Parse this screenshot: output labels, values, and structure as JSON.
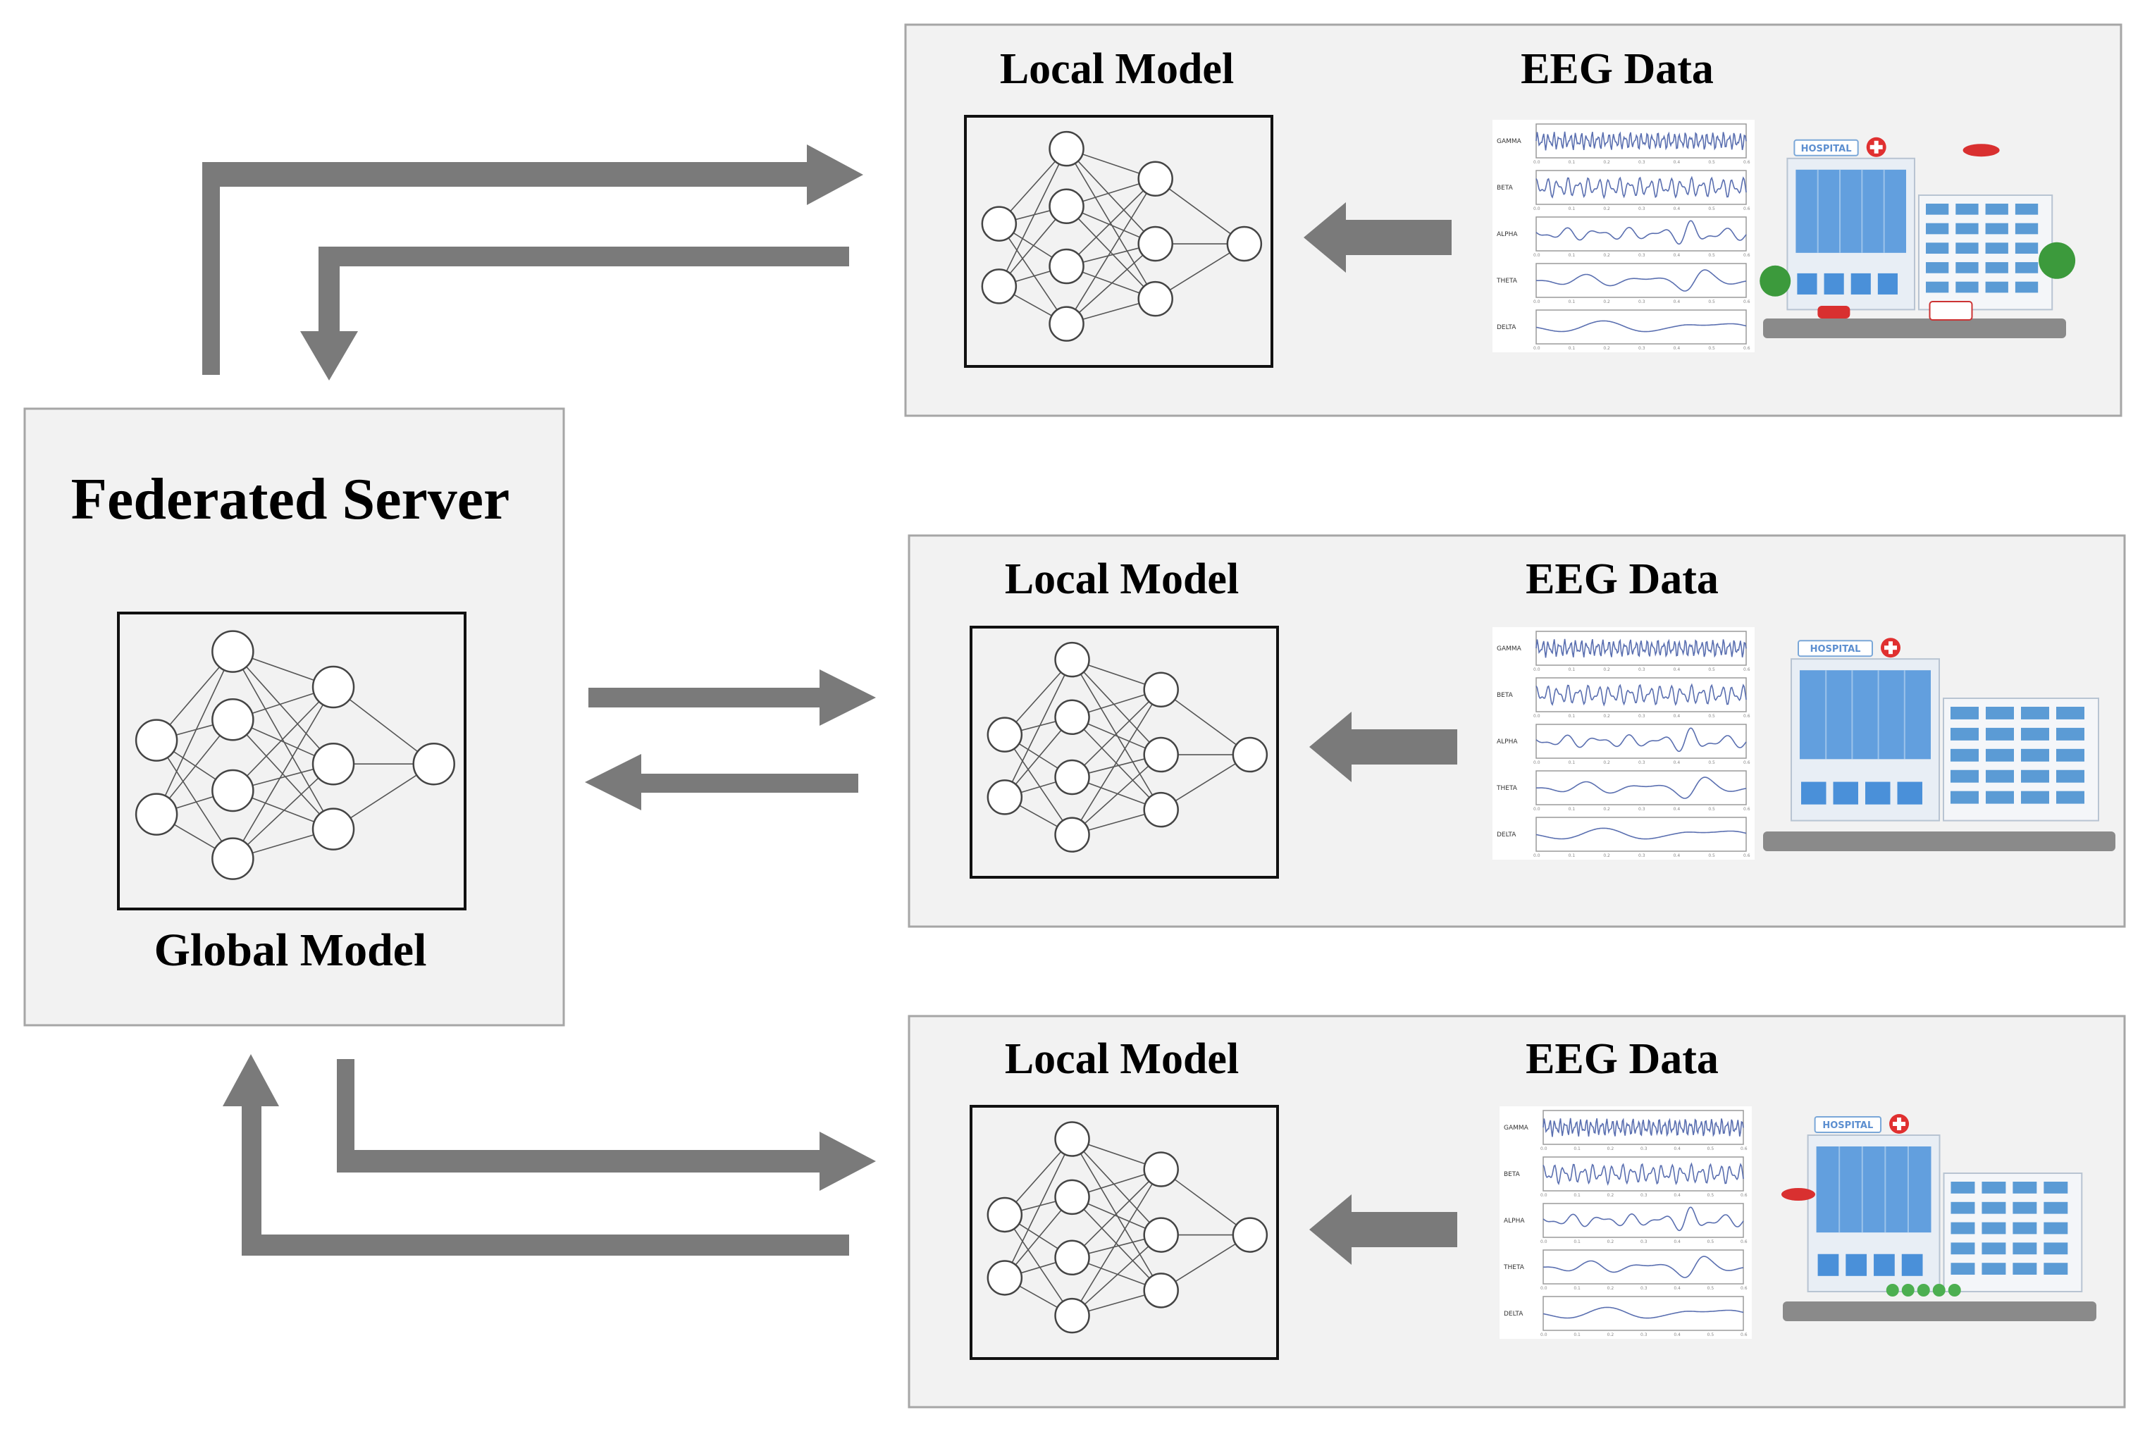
{
  "server": {
    "title": "Federated Server",
    "model_label": "Global Model"
  },
  "clients": [
    {
      "model_label": "Local Model",
      "data_label": "EEG Data",
      "eeg_bands": [
        "GAMMA",
        "BETA",
        "ALPHA",
        "THETA",
        "DELTA"
      ],
      "hospital_sign": "HOSPITAL"
    },
    {
      "model_label": "Local Model",
      "data_label": "EEG Data",
      "eeg_bands": [
        "GAMMA",
        "BETA",
        "ALPHA",
        "THETA",
        "DELTA"
      ],
      "hospital_sign": "HOSPITAL"
    },
    {
      "model_label": "Local Model",
      "data_label": "EEG Data",
      "eeg_bands": [
        "GAMMA",
        "BETA",
        "ALPHA",
        "THETA",
        "DELTA"
      ],
      "hospital_sign": "HOSPITAL"
    }
  ],
  "colors": {
    "panel": "#f2f2f2",
    "arrow": "#7a7a7a",
    "eeg_trace": "#5a6fb0",
    "hospital_glass": "#4a90d9",
    "hospital_cross": "#e03030"
  }
}
